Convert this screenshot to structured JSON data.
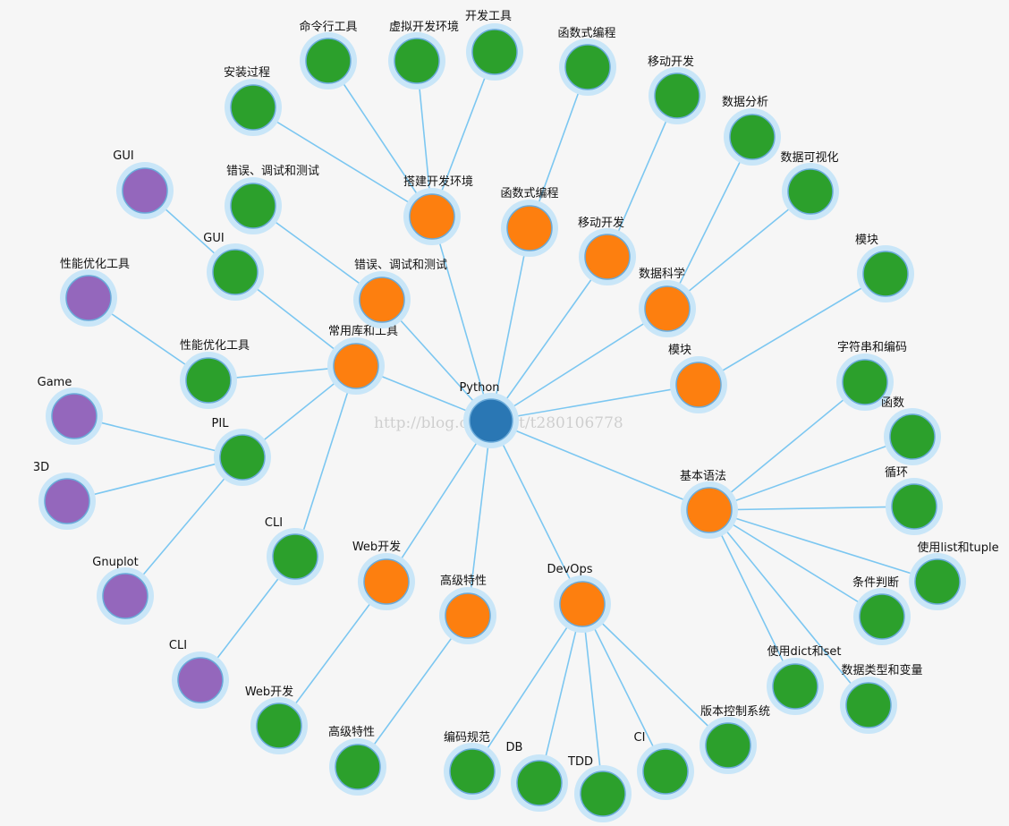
{
  "watermark": "http://blog.csdn.net/t280106778",
  "colors": {
    "root": "#2a77b4",
    "category": "#fd7f0f",
    "leaf": "#2ca02c",
    "sub": "#9467bc",
    "link": "#7cc7f1",
    "halo": "#c9e6f8",
    "stroke": "#6aaad9"
  },
  "nodes": [
    {
      "id": "python",
      "label": "Python",
      "level": "root"
    },
    {
      "id": "setup",
      "label": "搭建开发环境",
      "level": "category"
    },
    {
      "id": "func",
      "label": "函数式编程",
      "level": "category"
    },
    {
      "id": "mobile",
      "label": "移动开发",
      "level": "category"
    },
    {
      "id": "datasci",
      "label": "数据科学",
      "level": "category"
    },
    {
      "id": "module",
      "label": "模块",
      "level": "category"
    },
    {
      "id": "basic",
      "label": "基本语法",
      "level": "category"
    },
    {
      "id": "devops",
      "label": "DevOps",
      "level": "category"
    },
    {
      "id": "advanced",
      "label": "高级特性",
      "level": "category"
    },
    {
      "id": "web",
      "label": "Web开发",
      "level": "category"
    },
    {
      "id": "libs",
      "label": "常用库和工具",
      "level": "category"
    },
    {
      "id": "debug",
      "label": "错误、调试和测试",
      "level": "category"
    },
    {
      "id": "setup_cli",
      "label": "命令行工具",
      "level": "leaf"
    },
    {
      "id": "setup_venv",
      "label": "虚拟开发环境",
      "level": "leaf"
    },
    {
      "id": "setup_tools",
      "label": "开发工具",
      "level": "leaf"
    },
    {
      "id": "setup_install",
      "label": "安装过程",
      "level": "leaf"
    },
    {
      "id": "func_leaf",
      "label": "函数式编程",
      "level": "leaf"
    },
    {
      "id": "mobile_leaf",
      "label": "移动开发",
      "level": "leaf"
    },
    {
      "id": "ds_analysis",
      "label": "数据分析",
      "level": "leaf"
    },
    {
      "id": "ds_vis",
      "label": "数据可视化",
      "level": "leaf"
    },
    {
      "id": "module_leaf",
      "label": "模块",
      "level": "leaf"
    },
    {
      "id": "b_string",
      "label": "字符串和编码",
      "level": "leaf"
    },
    {
      "id": "b_func",
      "label": "函数",
      "level": "leaf"
    },
    {
      "id": "b_loop",
      "label": "循环",
      "level": "leaf"
    },
    {
      "id": "b_list",
      "label": "使用list和tuple",
      "level": "leaf"
    },
    {
      "id": "b_cond",
      "label": "条件判断",
      "level": "leaf"
    },
    {
      "id": "b_dict",
      "label": "使用dict和set",
      "level": "leaf"
    },
    {
      "id": "b_types",
      "label": "数据类型和变量",
      "level": "leaf"
    },
    {
      "id": "d_vcs",
      "label": "版本控制系统",
      "level": "leaf"
    },
    {
      "id": "d_ci",
      "label": "CI",
      "level": "leaf"
    },
    {
      "id": "d_tdd",
      "label": "TDD",
      "level": "leaf"
    },
    {
      "id": "d_db",
      "label": "DB",
      "level": "leaf"
    },
    {
      "id": "d_style",
      "label": "编码规范",
      "level": "leaf"
    },
    {
      "id": "adv_leaf",
      "label": "高级特性",
      "level": "leaf"
    },
    {
      "id": "web_leaf",
      "label": "Web开发",
      "level": "leaf"
    },
    {
      "id": "lib_cli",
      "label": "CLI",
      "level": "leaf"
    },
    {
      "id": "lib_pil",
      "label": "PIL",
      "level": "leaf"
    },
    {
      "id": "lib_perf",
      "label": "性能优化工具",
      "level": "leaf"
    },
    {
      "id": "lib_gui",
      "label": "GUI",
      "level": "leaf"
    },
    {
      "id": "debug_leaf",
      "label": "错误、调试和测试",
      "level": "leaf"
    },
    {
      "id": "gui_sub",
      "label": "GUI",
      "level": "sub"
    },
    {
      "id": "perf_sub",
      "label": "性能优化工具",
      "level": "sub"
    },
    {
      "id": "game_sub",
      "label": "Game",
      "level": "sub"
    },
    {
      "id": "3d_sub",
      "label": "3D",
      "level": "sub"
    },
    {
      "id": "gnuplot_sub",
      "label": "Gnuplot",
      "level": "sub"
    },
    {
      "id": "cli_sub",
      "label": "CLI",
      "level": "sub"
    }
  ],
  "links": [
    [
      "python",
      "setup"
    ],
    [
      "python",
      "func"
    ],
    [
      "python",
      "mobile"
    ],
    [
      "python",
      "datasci"
    ],
    [
      "python",
      "module"
    ],
    [
      "python",
      "basic"
    ],
    [
      "python",
      "devops"
    ],
    [
      "python",
      "advanced"
    ],
    [
      "python",
      "web"
    ],
    [
      "python",
      "libs"
    ],
    [
      "python",
      "debug"
    ],
    [
      "setup",
      "setup_cli"
    ],
    [
      "setup",
      "setup_venv"
    ],
    [
      "setup",
      "setup_tools"
    ],
    [
      "setup",
      "setup_install"
    ],
    [
      "func",
      "func_leaf"
    ],
    [
      "mobile",
      "mobile_leaf"
    ],
    [
      "datasci",
      "ds_analysis"
    ],
    [
      "datasci",
      "ds_vis"
    ],
    [
      "module",
      "module_leaf"
    ],
    [
      "basic",
      "b_string"
    ],
    [
      "basic",
      "b_func"
    ],
    [
      "basic",
      "b_loop"
    ],
    [
      "basic",
      "b_list"
    ],
    [
      "basic",
      "b_cond"
    ],
    [
      "basic",
      "b_dict"
    ],
    [
      "basic",
      "b_types"
    ],
    [
      "devops",
      "d_vcs"
    ],
    [
      "devops",
      "d_ci"
    ],
    [
      "devops",
      "d_tdd"
    ],
    [
      "devops",
      "d_db"
    ],
    [
      "devops",
      "d_style"
    ],
    [
      "advanced",
      "adv_leaf"
    ],
    [
      "web",
      "web_leaf"
    ],
    [
      "libs",
      "lib_cli"
    ],
    [
      "libs",
      "lib_pil"
    ],
    [
      "libs",
      "lib_perf"
    ],
    [
      "libs",
      "lib_gui"
    ],
    [
      "debug",
      "debug_leaf"
    ],
    [
      "lib_gui",
      "gui_sub"
    ],
    [
      "lib_perf",
      "perf_sub"
    ],
    [
      "lib_pil",
      "game_sub"
    ],
    [
      "lib_pil",
      "3d_sub"
    ],
    [
      "lib_pil",
      "gnuplot_sub"
    ],
    [
      "lib_cli",
      "cli_sub"
    ]
  ]
}
